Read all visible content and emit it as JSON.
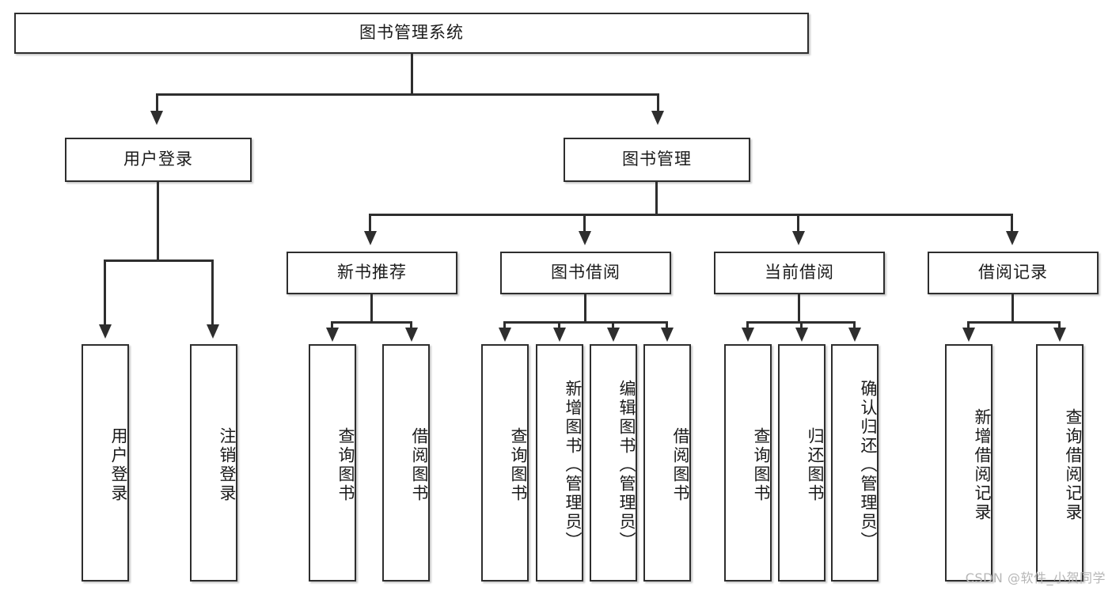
{
  "diagram": {
    "title": "图书管理系统",
    "type": "hierarchy-tree",
    "root": {
      "label": "图书管理系统"
    },
    "level1": [
      {
        "label": "用户登录"
      },
      {
        "label": "图书管理"
      }
    ],
    "level2": [
      {
        "label": "新书推荐"
      },
      {
        "label": "图书借阅"
      },
      {
        "label": "当前借阅"
      },
      {
        "label": "借阅记录"
      }
    ],
    "leaves": {
      "user_login": [
        {
          "label": "用户登录"
        },
        {
          "label": "注销登录"
        }
      ],
      "new_book_recommend": [
        {
          "label": "查询图书"
        },
        {
          "label": "借阅图书"
        }
      ],
      "book_borrow": [
        {
          "label": "查询图书"
        },
        {
          "label": "新增图书（管理员）"
        },
        {
          "label": "编辑图书（管理员）"
        },
        {
          "label": "借阅图书"
        }
      ],
      "current_borrow": [
        {
          "label": "查询图书"
        },
        {
          "label": "归还图书"
        },
        {
          "label": "确认归还（管理员）"
        }
      ],
      "borrow_record": [
        {
          "label": "新增借阅记录"
        },
        {
          "label": "查询借阅记录"
        }
      ]
    },
    "colors": {
      "box_border": "#2e2e2e",
      "box_fill": "#ffffff",
      "line": "#2e2e2e",
      "text": "#1a1a1a",
      "watermark": "#b6b6b6"
    }
  },
  "watermark": {
    "text": "CSDN @软件_小贺同学"
  }
}
